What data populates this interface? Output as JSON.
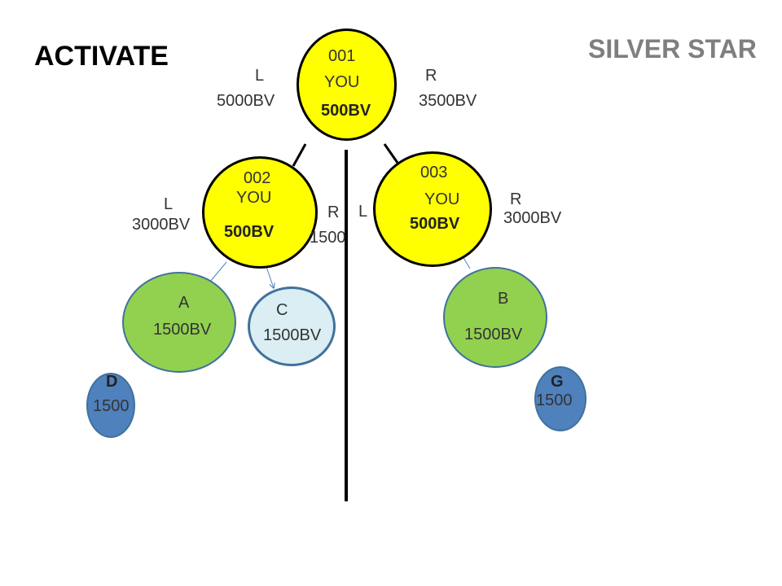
{
  "title_left": "ACTIVATE",
  "title_right": "SILVER STAR",
  "colors": {
    "you_node": "#ffff00",
    "active_node": "#92d050",
    "pending_node": "#daeef3",
    "bottom_node": "#4f81bd",
    "outline": "#000000",
    "outline_blue": "#41719c",
    "title_right": "#7f7f7f"
  },
  "nodes": {
    "n001": {
      "id": "001",
      "label": "YOU",
      "bv": "500BV",
      "left_side": "L",
      "left_bv": "5000BV",
      "right_side": "R",
      "right_bv": "3500BV"
    },
    "n002": {
      "id": "002",
      "label": "YOU",
      "bv": "500BV",
      "left_side": "L",
      "left_bv": "3000BV",
      "right_side": "R",
      "right_bv": "1500"
    },
    "n003": {
      "id": "003",
      "label": "YOU",
      "bv": "500BV",
      "left_side": "L",
      "right_side": "R",
      "right_bv": "3000BV"
    },
    "A": {
      "name": "A",
      "bv": "1500BV"
    },
    "C": {
      "name": "C",
      "bv": "1500BV"
    },
    "B": {
      "name": "B",
      "bv": "1500BV"
    },
    "D": {
      "name": "D",
      "bv": "1500"
    },
    "G": {
      "name": "G",
      "bv": "1500"
    }
  }
}
